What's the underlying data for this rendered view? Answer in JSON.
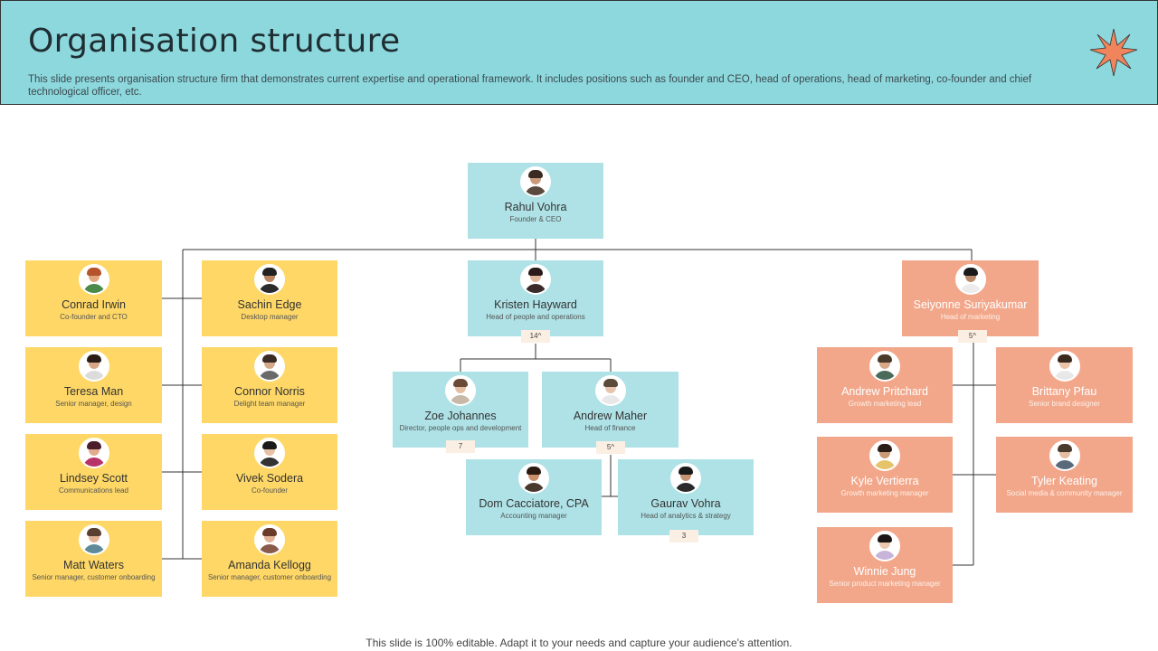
{
  "header": {
    "title": "Organisation structure",
    "description": "This slide presents organisation structure firm that demonstrates current expertise and operational framework. It includes positions such as founder and CEO, head of operations, head of marketing, co-founder and chief technological officer, etc."
  },
  "ceo": {
    "name": "Rahul Vohra",
    "role": "Founder & CEO"
  },
  "left_team": [
    {
      "name": "Conrad Irwin",
      "role": "Co-founder and CTO"
    },
    {
      "name": "Sachin Edge",
      "role": "Desktop manager"
    },
    {
      "name": "Teresa Man",
      "role": "Senior manager, design"
    },
    {
      "name": "Connor Norris",
      "role": "Delight team manager"
    },
    {
      "name": "Lindsey Scott",
      "role": "Communications lead"
    },
    {
      "name": "Vivek Sodera",
      "role": "Co-founder"
    },
    {
      "name": "Matt Waters",
      "role": "Senior manager, customer onboarding"
    },
    {
      "name": "Amanda Kellogg",
      "role": "Senior manager, customer onboarding"
    }
  ],
  "middle_team": {
    "head": {
      "name": "Kristen Hayward",
      "role": "Head of people and operations",
      "badge": "14^"
    },
    "members": [
      {
        "name": "Zoe Johannes",
        "role": "Director, people ops and development",
        "badge": "7"
      },
      {
        "name": "Andrew Maher",
        "role": "Head of finance",
        "badge": "5^"
      },
      {
        "name": "Dom Cacciatore, CPA",
        "role": "Accounting manager"
      },
      {
        "name": "Gaurav Vohra",
        "role": "Head of analytics & strategy",
        "badge": "3"
      }
    ]
  },
  "right_team": {
    "head": {
      "name": "Seiyonne Suriyakumar",
      "role": "Head of marketing",
      "badge": "5^"
    },
    "members": [
      {
        "name": "Andrew Pritchard",
        "role": "Growth marketing lead"
      },
      {
        "name": "Brittany Pfau",
        "role": "Senior brand designer"
      },
      {
        "name": "Kyle Vertierra",
        "role": "Growth marketing manager"
      },
      {
        "name": "Tyler Keating",
        "role": "Social media & community manager"
      },
      {
        "name": "Winnie Jung",
        "role": "Senior product marketing manager"
      }
    ]
  },
  "colors": {
    "header_bg": "#8dd8dd",
    "yellow_card": "#fed766",
    "teal_card": "#aee2e6",
    "salmon_card": "#f2a78a",
    "star": "#f0845c"
  },
  "footer": "This slide is 100% editable. Adapt it to your needs and capture your audience's attention."
}
